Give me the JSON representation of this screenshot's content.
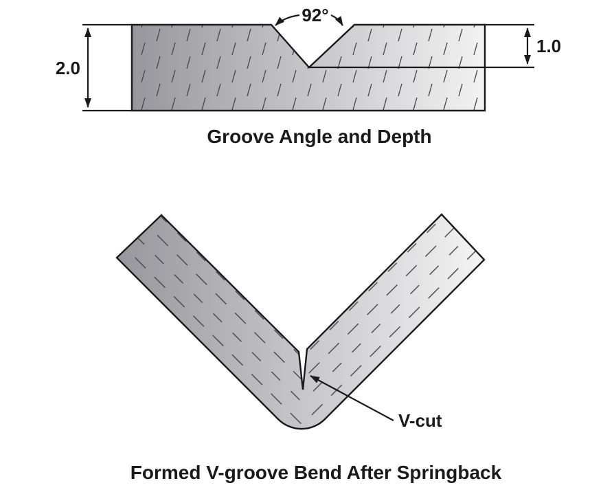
{
  "figure": {
    "top": {
      "caption": "Groove Angle and Depth",
      "angle_label": "92°",
      "thickness_label": "2.0",
      "depth_label": "1.0"
    },
    "bottom": {
      "caption": "Formed V-groove Bend After Springback",
      "vcut_label": "V-cut"
    },
    "colors": {
      "outline": "#1a1a1a",
      "material_dark": "#96969c",
      "material_mid": "#c6c6ca",
      "material_light": "#f2f2f2",
      "hatch": "#4a4a50",
      "background": "#ffffff"
    }
  }
}
